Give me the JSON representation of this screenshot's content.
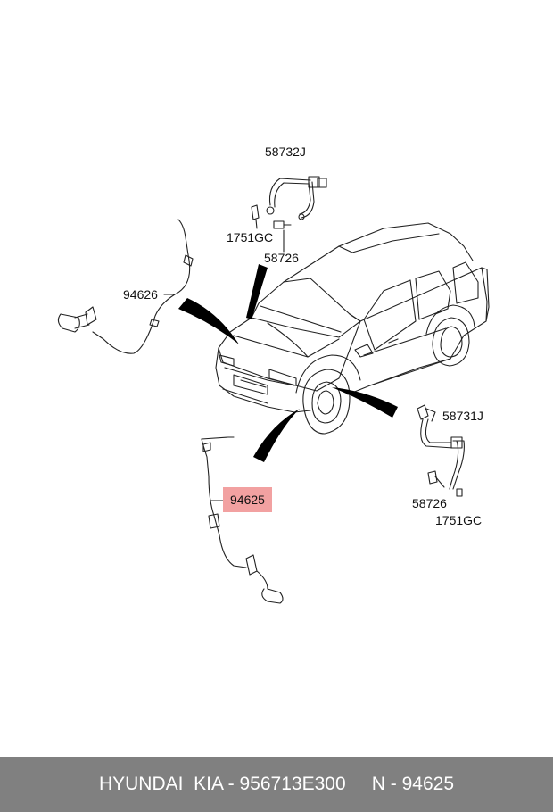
{
  "callouts": {
    "hose_front_right": "58732J",
    "clip_front_right": "1751GC",
    "bolt_front_right": "58726",
    "sensor_front_left": "94626",
    "sensor_highlighted": "94625",
    "hose_front_left": "58731J",
    "bolt_front_left": "58726",
    "clip_front_left": "1751GC"
  },
  "footer": {
    "text": "HYUNDAI  KIA - 956713E300     N - 94625"
  },
  "colors": {
    "highlight": "#f2a1a1",
    "footer_bg": "#808080",
    "line": "#222222"
  }
}
